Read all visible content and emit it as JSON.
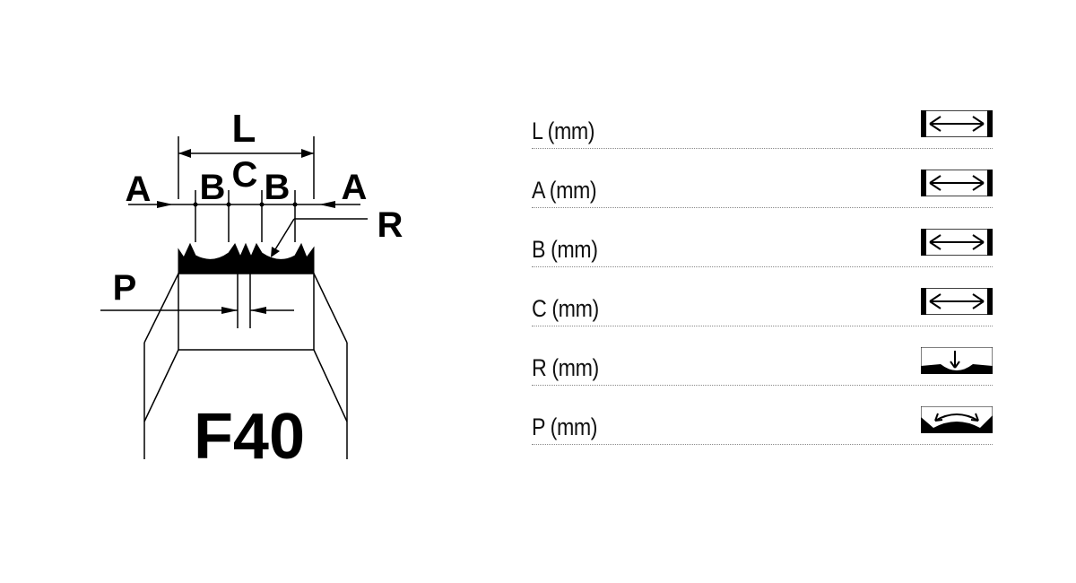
{
  "diagram": {
    "model": "F40",
    "labels": {
      "L": "L",
      "A_left": "A",
      "B_left": "B",
      "C": "C",
      "B_right": "B",
      "A_right": "A",
      "R": "R",
      "P": "P"
    }
  },
  "specs": [
    {
      "label": "L (mm)",
      "icon": "width-arrow-icon"
    },
    {
      "label": "A (mm)",
      "icon": "width-arrow-icon"
    },
    {
      "label": "B (mm)",
      "icon": "width-arrow-icon"
    },
    {
      "label": "C (mm)",
      "icon": "width-arrow-icon"
    },
    {
      "label": "R (mm)",
      "icon": "radius-arrow-icon"
    },
    {
      "label": "P (mm)",
      "icon": "pitch-arc-icon"
    }
  ]
}
